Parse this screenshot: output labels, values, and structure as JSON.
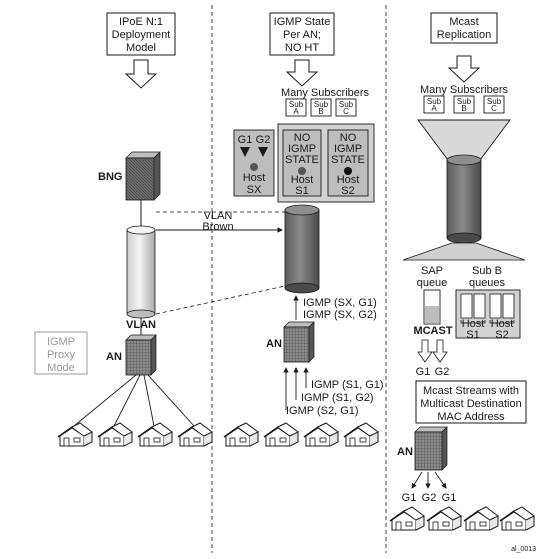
{
  "left": {
    "title": [
      "IPoE N:1",
      "Deployment",
      "Model"
    ],
    "bng_label": "BNG",
    "vlan_label": "VLAN",
    "proxy": [
      "IGMP",
      "Proxy",
      "Mode"
    ],
    "an_label": "AN"
  },
  "middle": {
    "title": [
      "IGMP State",
      "Per AN;",
      "NO HT"
    ],
    "many_subscribers": "Many Subscribers",
    "subs": [
      [
        "Sub",
        "A"
      ],
      [
        "Sub",
        "B"
      ],
      [
        "Sub",
        "C"
      ]
    ],
    "groups": [
      "G1",
      "G2"
    ],
    "host_sx": [
      "Host",
      "SX"
    ],
    "no_state_1": [
      "NO",
      "IGMP",
      "STATE"
    ],
    "host_s1": [
      "Host",
      "S1"
    ],
    "no_state_2": [
      "NO",
      "IGMP",
      "STATE"
    ],
    "host_s2": [
      "Host",
      "S2"
    ],
    "vlan_brown": [
      "VLAN",
      "Brown"
    ],
    "igmp_upper": [
      "IGMP (SX, G1)",
      "IGMP (SX, G2)"
    ],
    "an_label": "AN",
    "igmp_lower": [
      "IGMP (S1, G1)",
      "IGMP (S1, G2)",
      "IGMP (S2, G1)"
    ]
  },
  "right": {
    "title": [
      "Mcast",
      "Replication"
    ],
    "many_subscribers": "Many Subscribers",
    "subs": [
      [
        "Sub",
        "A"
      ],
      [
        "Sub",
        "B"
      ],
      [
        "Sub",
        "C"
      ]
    ],
    "sap_queue": [
      "SAP",
      "queue"
    ],
    "subb_queues": [
      "Sub B",
      "queues"
    ],
    "mcast": "MCAST",
    "host_s1": [
      "Host",
      "S1"
    ],
    "host_s2": [
      "Host",
      "S2"
    ],
    "g_out": [
      "G1",
      "G2"
    ],
    "streams": [
      "Mcast Streams with",
      "Multicast Destination",
      "MAC Address"
    ],
    "an_label": "AN",
    "g_bottom": [
      "G1",
      "G2",
      "G1"
    ]
  },
  "footer": {
    "id": "al_0013"
  }
}
